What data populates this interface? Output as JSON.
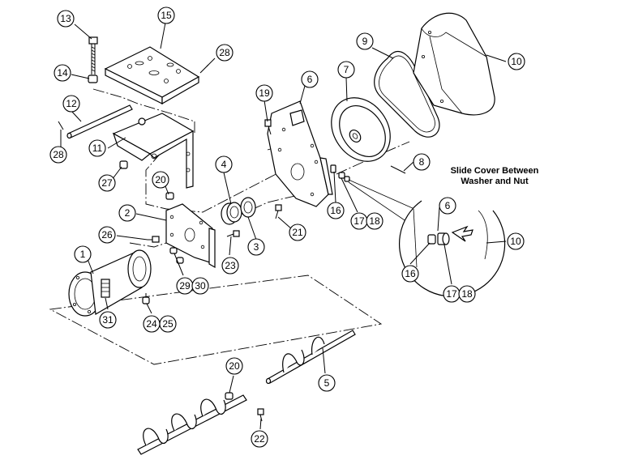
{
  "note": {
    "line1": "Slide Cover Between",
    "line2": "Washer and Nut"
  },
  "callouts": [
    "13",
    "15",
    "28",
    "14",
    "12",
    "28",
    "11",
    "27",
    "20",
    "19",
    "6",
    "7",
    "9",
    "10",
    "8",
    "4",
    "16",
    "17",
    "18",
    "2",
    "26",
    "21",
    "3",
    "23",
    "1",
    "29",
    "30",
    "31",
    "24",
    "25",
    "6",
    "10",
    "16",
    "17",
    "18",
    "20",
    "5",
    "22"
  ]
}
